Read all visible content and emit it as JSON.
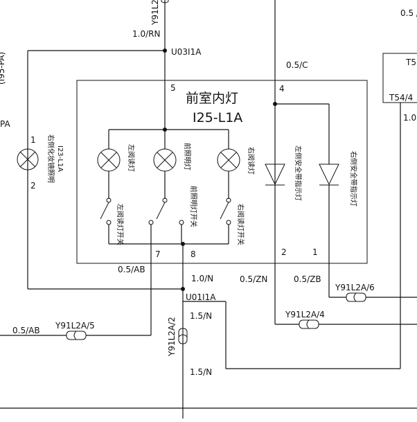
{
  "component": {
    "name": "前室内灯",
    "code": "I25-L1A",
    "pins": {
      "p5": "5",
      "p4": "4",
      "p7": "7",
      "p8": "8",
      "p2": "2",
      "p1": "1"
    }
  },
  "left_lamp": {
    "label": "右侧化妆镜照明",
    "code": "I23-L1A",
    "pin_top": "1",
    "pin_bottom": "2"
  },
  "inner_labels": {
    "left_reading_lamp": "左阅读灯",
    "front_light": "前照明灯",
    "right_reading_lamp": "右阅读灯",
    "left_reading_switch": "左阅读灯开关",
    "front_light_switch": "前照明灯开关",
    "right_reading_switch": "右阅读灯开关",
    "left_belt_indicator": "左侧安全带指示灯",
    "right_belt_indicator": "右侧安全带指示灯"
  },
  "wires": {
    "top_left_conn": "Y91L2",
    "w_top": "1.0/RN",
    "splice_top": "U03I1A",
    "w_4": "0.5/C",
    "top_right": "0.5 /",
    "t5": "T5",
    "t54": "T54/4",
    "right_10": "1.0",
    "left_edge_top": "(I95-PA)",
    "left_edge_pa": "PA",
    "w_ab_inner": "0.5/AB",
    "w_10n": "1.0/N",
    "splice_bottom": "U01I1A",
    "w_zn": "0.5/ZN",
    "w_zb": "0.5/ZB",
    "conn_6": "Y91L2A/6",
    "conn_4": "Y91L2A/4",
    "w_ab_left": "0.5/AB",
    "conn_5": "Y91L2A/5",
    "conn_2": "Y91L2A/2",
    "w_15n_1": "1.5/N",
    "w_15n_2": "1.5/N"
  }
}
